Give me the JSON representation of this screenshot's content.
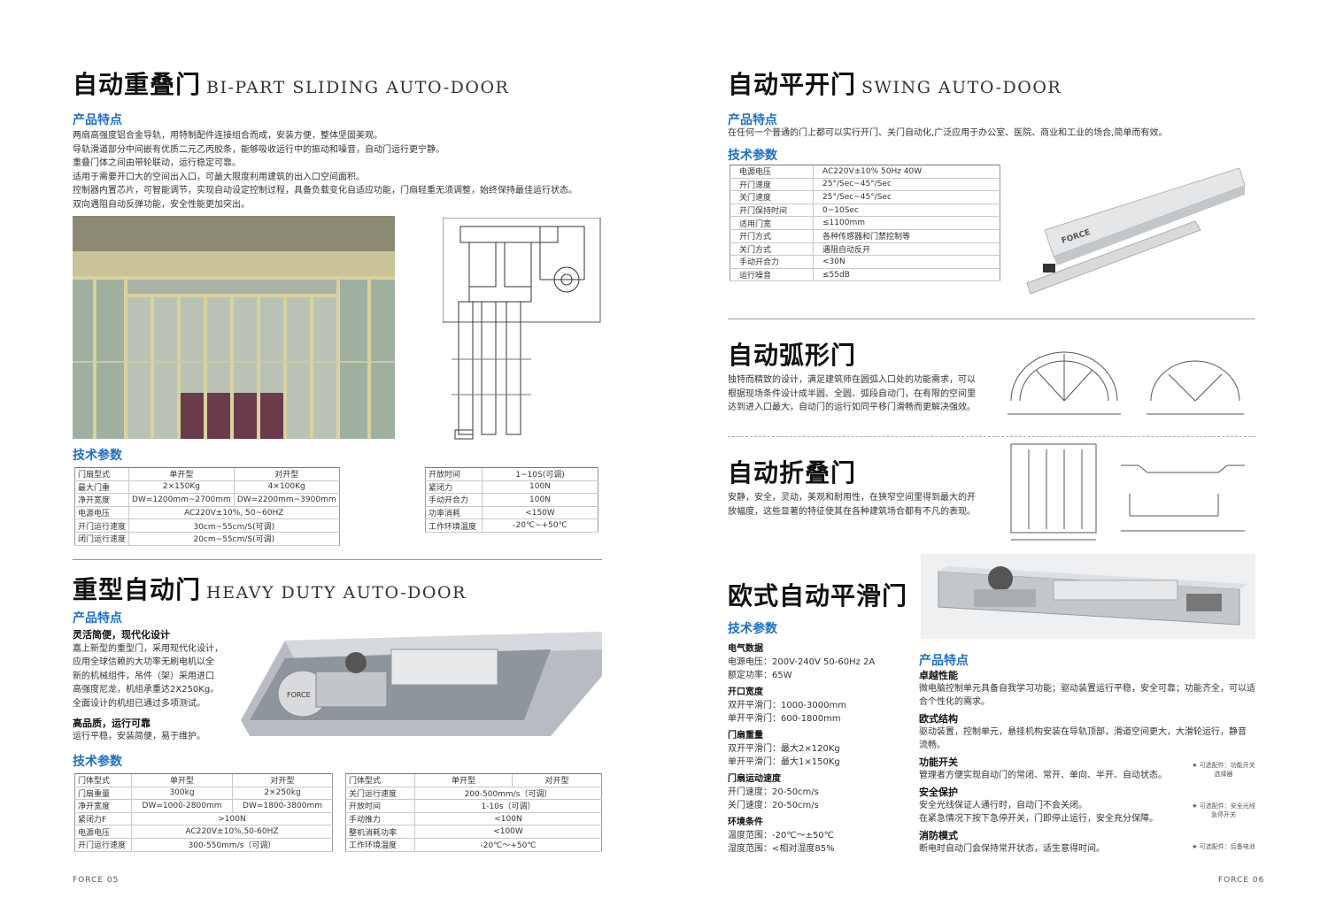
{
  "left": {
    "section1": {
      "title_cn": "自动重叠门",
      "title_en": "BI-PART SLIDING AUTO-DOOR",
      "features_heading": "产品特点",
      "features": [
        "两扇高强度铝合金导轨，用特制配件连接组合而成，安装方便，整体坚固美观。",
        "导轨滑道部分中间嵌有优质二元乙丙胶条，能够吸收运行中的振动和噪音，自动门运行更宁静。",
        "重叠门体之间由带轮联动，运行稳定可靠。",
        "适用于需要开口大的空间出入口，可最大限度利用建筑的出入口空间面积。",
        "控制器内置芯片，可智能调节，实现自动设定控制过程，具备负载变化自适应功能，门扇轻重无须调整，始终保持最佳运行状态。",
        "双向遇阻自动反弹功能，安全性能更加突出。"
      ],
      "spec_heading": "技术参数",
      "table1": {
        "header": [
          "门扇型式",
          "单开型",
          "对开型"
        ],
        "rows": [
          [
            "最大门重",
            "2×150Kg",
            "4×100Kg"
          ],
          [
            "净开宽度",
            "DW=1200mm~2700mm",
            "DW=2200mm~3900mm"
          ],
          [
            "电源电压",
            "AC220V±10%, 50~60HZ",
            ""
          ],
          [
            "开门运行速度",
            "30cm~55cm/S(可调)",
            ""
          ],
          [
            "闭门运行速度",
            "20cm~55cm/S(可调)",
            ""
          ]
        ]
      },
      "table2": {
        "rows": [
          [
            "开放时间",
            "1~10S(可调)"
          ],
          [
            "紧闭力",
            "100N"
          ],
          [
            "手动开合力",
            "100N"
          ],
          [
            "功率消耗",
            "<150W"
          ],
          [
            "工作环境温度",
            "-20℃~+50℃"
          ]
        ]
      }
    },
    "section2": {
      "title_cn": "重型自动门",
      "title_en": "HEAVY DUTY AUTO-DOOR",
      "features_heading": "产品特点",
      "sub1": "灵活简便，现代化设计",
      "sub1_lines": [
        "嘉上新型的重型门，采用现代化设计，",
        "应用全球信赖的大功率无刷电机以全",
        "新的机械组件，吊件（架）采用进口",
        "高强度尼龙，机组承重达2X250Kg。",
        "全面设计的机组已通过多项测试。"
      ],
      "sub2": "高品质，运行可靠",
      "sub2_lines": [
        "运行平稳，安装简便，易于维护。"
      ],
      "spec_heading": "技术参数",
      "table1": {
        "header": [
          "门体型式",
          "单开型",
          "对开型"
        ],
        "rows": [
          [
            "门扇重量",
            "300kg",
            "2×250kg"
          ],
          [
            "净开宽度",
            "DW=1000-2800mm",
            "DW=1800-3800mm"
          ],
          [
            "紧闭力F",
            ">100N",
            ""
          ],
          [
            "电源电压",
            "AC220V±10%,50-60HZ",
            ""
          ],
          [
            "开门运行速度",
            "300-550mm/s（可调）",
            ""
          ]
        ]
      },
      "table2": {
        "header": [
          "门体型式",
          "单开型",
          "对开型"
        ],
        "rows": [
          [
            "关门运行速度",
            "200-500mm/s（可调）"
          ],
          [
            "开放时间",
            "1-10s（可调）"
          ],
          [
            "手动推力",
            "<100N"
          ],
          [
            "整机消耗功率",
            "<100W"
          ],
          [
            "工作环境温度",
            "-20℃～+50℃"
          ]
        ]
      }
    },
    "footer": "FORCE 05"
  },
  "right": {
    "section1": {
      "title_cn": "自动平开门",
      "title_en": "SWING AUTO-DOOR",
      "features_heading": "产品特点",
      "features_text": "在任何一个普通的门上都可以实行开门、关门自动化,广泛应用于办公室、医院、商业和工业的场合,简单而有效。",
      "spec_heading": "技术参数",
      "table": [
        [
          "电源电压",
          "AC220V±10%  50Hz 40W"
        ],
        [
          "开门速度",
          "25°/Sec~45°/Sec"
        ],
        [
          "关门速度",
          "25°/Sec~45°/Sec"
        ],
        [
          "开门保持时间",
          "0~10Sec"
        ],
        [
          "适用门宽",
          "≤1100mm"
        ],
        [
          "开门方式",
          "各种传感器和门禁控制等"
        ],
        [
          "关门方式",
          "遇阻自动反开"
        ],
        [
          "手动开合力",
          "<30N"
        ],
        [
          "运行噪音",
          "≤55dB"
        ]
      ],
      "product_brand": "FORCE"
    },
    "section2": {
      "title_cn": "自动弧形门",
      "lines": [
        "独特而精致的设计，满足建筑师在圆弧入口处的功能需求，可以",
        "根据现场条件设计成半圆、全圆、弧段自动门，在有限的空间里",
        "达到进入口最大，自动门的运行如同平移门滑畅而更解决强效。"
      ]
    },
    "section3": {
      "title_cn": "自动折叠门",
      "lines": [
        "安静，安全，灵动，美观和耐用性，在狭窄空间里得到最大的开",
        "放幅度，这些显著的特征使其在各种建筑场合都有不凡的表现。"
      ]
    },
    "section4": {
      "title_cn": "欧式自动平滑门",
      "spec_heading": "技术参数",
      "specs": [
        {
          "head": "电气数据",
          "lines": [
            "电源电压：200V-240V  50-60Hz  2A",
            "额定功率：65W"
          ]
        },
        {
          "head": "开口宽度",
          "lines": [
            "双开平滑门：1000-3000mm",
            "单开平滑门：600-1800mm"
          ]
        },
        {
          "head": "门扇重量",
          "lines": [
            "双开平滑门：最大2×120Kg",
            "单开平滑门：最大1×150Kg"
          ]
        },
        {
          "head": "门扇运动速度",
          "lines": [
            "开门速度：20-50cm/s",
            "关门速度：20-50cm/s"
          ]
        },
        {
          "head": "环境条件",
          "lines": [
            "温度范围：-20℃～±50℃",
            "湿度范围：<相对湿度85%"
          ]
        }
      ],
      "features_heading": "产品特点",
      "features": [
        {
          "head": "卓越性能",
          "lines": [
            "微电脑控制单元具备自我学习功能；驱动装置运行平稳，安全可靠；功能齐全，可以适",
            "合个性化的需求。"
          ]
        },
        {
          "head": "欧式结构",
          "lines": [
            "驱动装置，控制单元，悬挂机构安装在导轨顶部，滑道空间更大，大滑轮运行，静音",
            "流畅。"
          ]
        },
        {
          "head": "功能开关",
          "lines": [
            "管理者方便实现自动门的常闭、常开、单向、半开、自动状态。"
          ],
          "note": [
            "★ 可选配件：功能开关",
            "选择器"
          ]
        },
        {
          "head": "安全保护",
          "lines": [
            "安全光线保证人通行时，自动门不会关闭。",
            "在紧急情况下按下急停开关，门即停止运行，安全充分保障。"
          ],
          "note": [
            "★ 可选配件：安全光线",
            "急停开关"
          ]
        },
        {
          "head": "消防模式",
          "lines": [
            "断电时自动门会保持常开状态，适生意得时间。"
          ],
          "note": [
            "★ 可选配件：后备电池"
          ]
        }
      ]
    },
    "footer": "FORCE 06"
  }
}
